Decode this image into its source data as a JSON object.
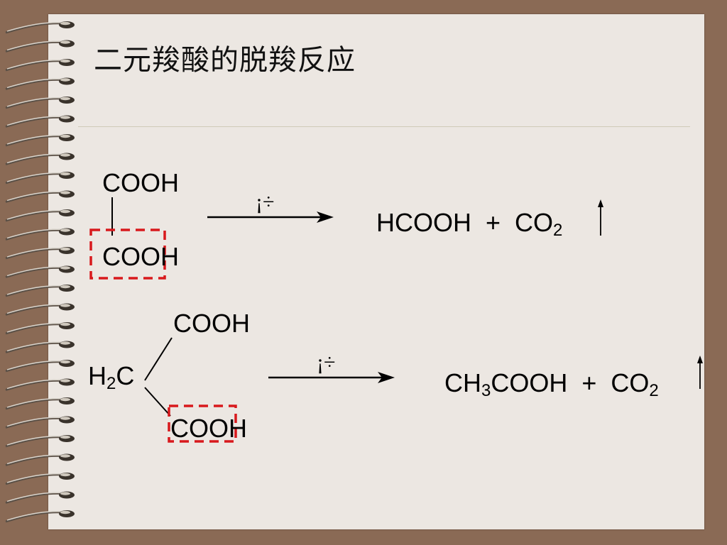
{
  "title": "二元羧酸的脱羧反应",
  "reaction1": {
    "reactant_top": "COOH",
    "reactant_bottom": "COOH",
    "condition": "¡÷",
    "product_main": "HCOOH",
    "plus": "+",
    "co2_main": "CO",
    "co2_sub": "2"
  },
  "reaction2": {
    "center_main": "H",
    "center_sub": "2",
    "center_tail": "C",
    "reactant_top": "COOH",
    "reactant_bottom": "COOH",
    "condition": "¡÷",
    "product_a": "CH",
    "product_sub": "3",
    "product_b": "COOH",
    "plus": "+",
    "co2_main": "CO",
    "co2_sub": "2"
  },
  "colors": {
    "background_frame": "#8a6a55",
    "page": "#ece7e2",
    "highlight_box": "#d8191c",
    "text": "#000000"
  }
}
